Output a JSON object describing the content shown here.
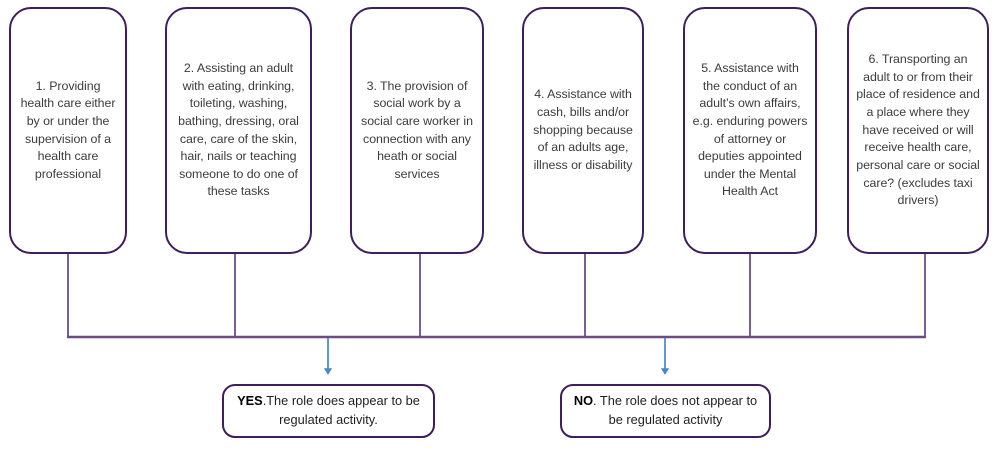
{
  "diagram": {
    "type": "flowchart",
    "colors": {
      "box_border": "#3f1d5e",
      "connector_bus": "#6b4a86",
      "arrow": "#4488cc",
      "text": "#3c3c3c",
      "background": "#ffffff"
    },
    "activities": [
      {
        "id": 1,
        "text": "1. Providing health care either by or under the supervision of a health care professional"
      },
      {
        "id": 2,
        "text": "2. Assisting an adult with eating, drinking, toileting, washing, bathing, dressing, oral care, care of the skin, hair, nails or teaching someone to do one of these tasks"
      },
      {
        "id": 3,
        "text": "3. The provision of social work by a social care worker in connection with any heath or social services"
      },
      {
        "id": 4,
        "text": "4. Assistance with cash, bills and/or shopping because of an adults age, illness or disability"
      },
      {
        "id": 5,
        "text": "5. Assistance with the conduct of an adult’s own affairs, e.g. enduring powers of attorney or deputies appointed under the Mental Health Act"
      },
      {
        "id": 6,
        "text": "6. Transporting an adult to or from their place of residence and a place where they have received or will receive health care, personal care or social care? (excludes taxi drivers)"
      }
    ],
    "outcomes": [
      {
        "id": "yes",
        "lead": "YES",
        "rest": ".The role does  appear to be regulated activity."
      },
      {
        "id": "no",
        "lead": "NO",
        "rest": ".  The role does  not appear to be regulated activity"
      }
    ]
  }
}
